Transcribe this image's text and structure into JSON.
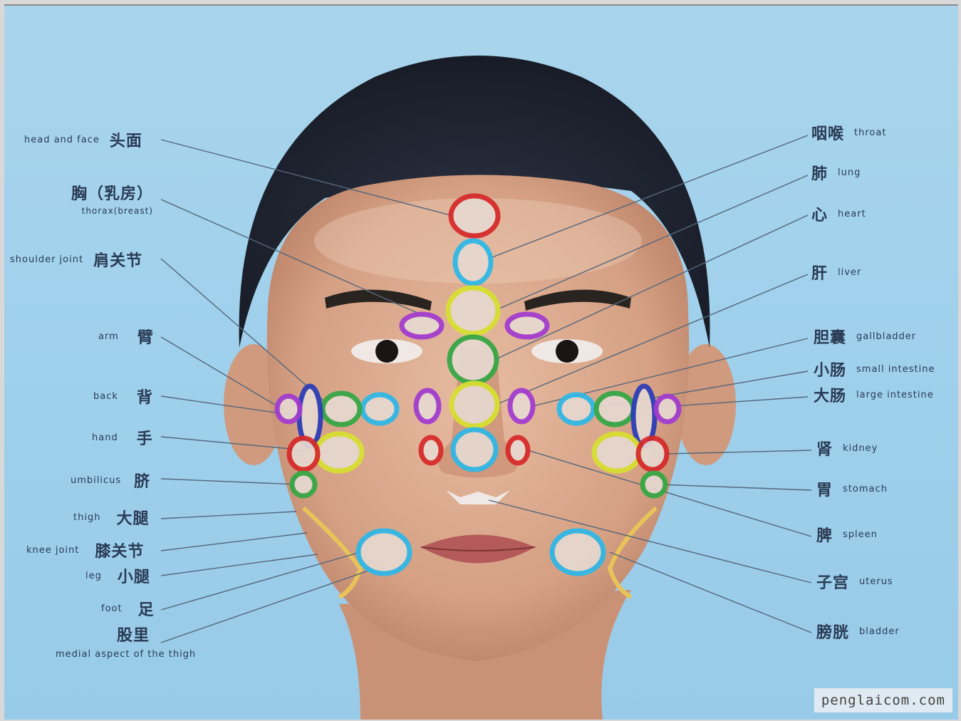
{
  "labels_left": [
    {
      "en": "head and face",
      "cn": "头面"
    },
    {
      "cn": "胸（乳房）",
      "en": "thorax(breast)"
    },
    {
      "en": "shoulder joint",
      "cn": "肩关节"
    },
    {
      "en": "arm",
      "cn": "臂"
    },
    {
      "en": "back",
      "cn": "背"
    },
    {
      "en": "hand",
      "cn": "手"
    },
    {
      "en": "umbilicus",
      "cn": "脐"
    },
    {
      "en": "thigh",
      "cn": "大腿"
    },
    {
      "en": "knee joint",
      "cn": "膝关节"
    },
    {
      "en": "leg",
      "cn": "小腿"
    },
    {
      "en": "foot",
      "cn": "足"
    },
    {
      "cn": "股里",
      "en": "medial aspect of the thigh"
    }
  ],
  "labels_right": [
    {
      "cn": "咽喉",
      "en": "throat"
    },
    {
      "cn": "肺",
      "en": "lung"
    },
    {
      "cn": "心",
      "en": "heart"
    },
    {
      "cn": "肝",
      "en": "liver"
    },
    {
      "cn": "胆囊",
      "en": "gallbladder"
    },
    {
      "cn": "小肠",
      "en": "small intestine"
    },
    {
      "cn": "大肠",
      "en": "large intestine"
    },
    {
      "cn": "肾",
      "en": "kidney"
    },
    {
      "cn": "胃",
      "en": "stomach"
    },
    {
      "cn": "脾",
      "en": "spleen"
    },
    {
      "cn": "子宫",
      "en": "uterus"
    },
    {
      "cn": "膀胱",
      "en": "bladder"
    }
  ],
  "watermark": "penglaicom.com",
  "colors": {
    "background": "#a6d4ee",
    "label_text": "#2a3b55",
    "leader_line": "#55667a",
    "marker_red": "#d62a2a",
    "marker_cyan": "#2db8e8",
    "marker_yellow": "#d8e030",
    "marker_green": "#34a845",
    "marker_purple": "#a23bd0",
    "marker_blue": "#2a3cb8",
    "hair": "#1e2432",
    "skin": "#d9a88d"
  }
}
